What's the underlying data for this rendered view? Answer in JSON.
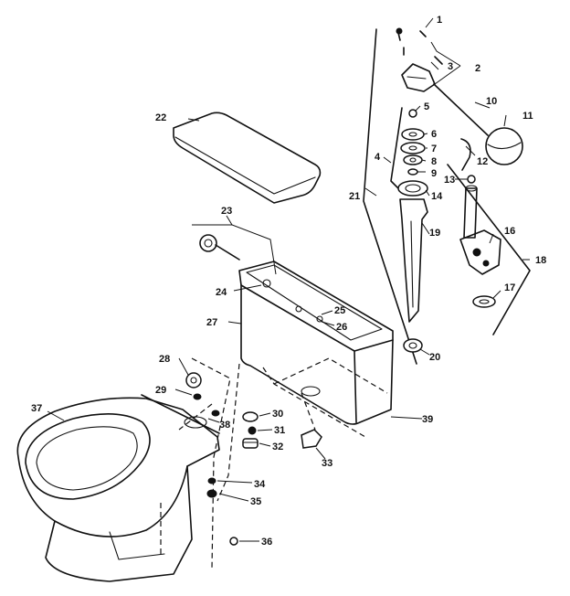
{
  "diagram": {
    "callouts": [
      {
        "id": "1",
        "text": "1"
      },
      {
        "id": "2",
        "text": "2"
      },
      {
        "id": "3",
        "text": "3"
      },
      {
        "id": "4",
        "text": "4"
      },
      {
        "id": "5",
        "text": "5"
      },
      {
        "id": "6",
        "text": "6"
      },
      {
        "id": "7",
        "text": "7"
      },
      {
        "id": "8",
        "text": "8"
      },
      {
        "id": "9",
        "text": "9"
      },
      {
        "id": "10",
        "text": "10"
      },
      {
        "id": "11",
        "text": "11"
      },
      {
        "id": "12",
        "text": "12"
      },
      {
        "id": "13",
        "text": "13"
      },
      {
        "id": "14",
        "text": "14"
      },
      {
        "id": "16",
        "text": "16"
      },
      {
        "id": "17",
        "text": "17"
      },
      {
        "id": "18",
        "text": "18"
      },
      {
        "id": "19",
        "text": "19"
      },
      {
        "id": "20",
        "text": "20"
      },
      {
        "id": "21",
        "text": "21"
      },
      {
        "id": "22",
        "text": "22"
      },
      {
        "id": "23",
        "text": "23"
      },
      {
        "id": "24",
        "text": "24"
      },
      {
        "id": "25",
        "text": "25"
      },
      {
        "id": "26",
        "text": "26"
      },
      {
        "id": "27",
        "text": "27"
      },
      {
        "id": "28",
        "text": "28"
      },
      {
        "id": "29",
        "text": "29"
      },
      {
        "id": "30",
        "text": "30"
      },
      {
        "id": "31",
        "text": "31"
      },
      {
        "id": "32",
        "text": "32"
      },
      {
        "id": "33",
        "text": "33"
      },
      {
        "id": "34",
        "text": "34"
      },
      {
        "id": "35",
        "text": "35"
      },
      {
        "id": "36",
        "text": "36"
      },
      {
        "id": "37",
        "text": "37"
      },
      {
        "id": "38",
        "text": "38"
      },
      {
        "id": "39",
        "text": "39"
      }
    ]
  }
}
